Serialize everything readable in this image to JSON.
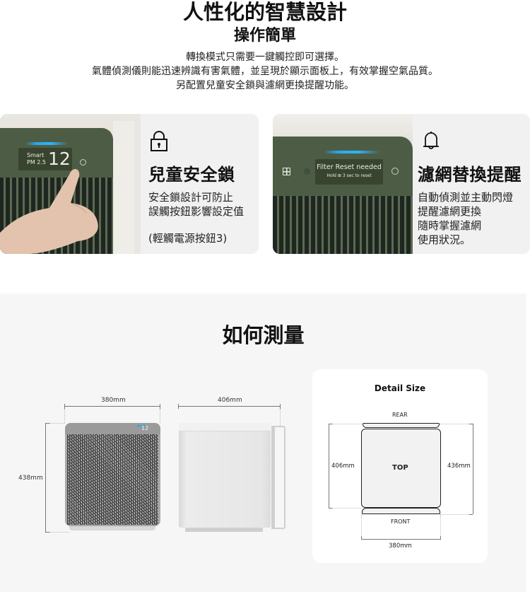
{
  "hero": {
    "title": "人性化的智慧設計",
    "subtitle": "操作簡單",
    "description": [
      "轉換模式只需要一鍵觸控即可選擇。",
      "氣體偵測儀則能迅速辨識有害氣體，並呈現於顯示面板上，有效掌握空氣品質。",
      "另配置兒童安全鎖與濾網更換提醒功能。"
    ]
  },
  "features": [
    {
      "icon": "lock-icon",
      "title": "兒童安全鎖",
      "body": [
        "安全鎖設計可防止",
        "誤觸按鈕影響設定值"
      ],
      "note": "(輕觸電源按鈕3)",
      "photo": {
        "display_label_1": "Smart",
        "display_label_2": "PM 2.5",
        "display_value": "12"
      }
    },
    {
      "icon": "bell-icon",
      "title": "濾網替換提醒",
      "body": [
        "自動偵測並主動閃燈",
        "提醒濾網更換",
        "隨時掌握濾網",
        "使用狀況。"
      ],
      "photo": {
        "display_line_1": "Filter Reset needed",
        "display_line_2": "Hold ⊞ 3 sec to reset"
      }
    }
  ],
  "measure": {
    "title": "如何測量",
    "front_width": "380mm",
    "side_depth": "406mm",
    "height": "438mm",
    "front_display_value": "12",
    "detail": {
      "title": "Detail Size",
      "rear_label": "REAR",
      "top_label": "TOP",
      "front_label": "FRONT",
      "left_dim": "406mm",
      "right_dim": "436mm",
      "bottom_dim": "380mm"
    }
  },
  "colors": {
    "panel_green": "#4d5d45",
    "glow_blue": "#28a7f0",
    "card_bg": "#f1f1f1",
    "section_bg": "#f6f6f6"
  }
}
